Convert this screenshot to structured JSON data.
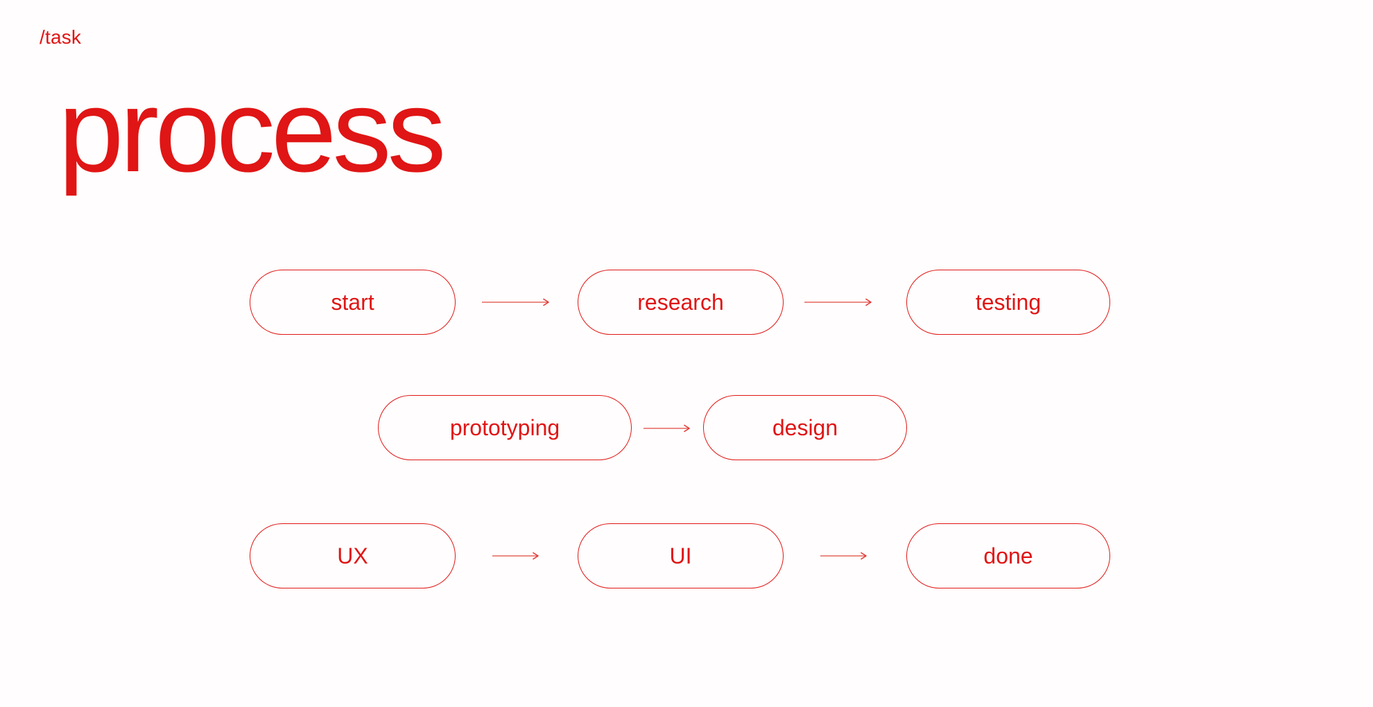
{
  "page": {
    "breadcrumb": "/task",
    "title": "process"
  },
  "colors": {
    "accent_red": "#e01515",
    "arrow_shaft": "#ec8b86",
    "background": "#fffdfd"
  },
  "icons": {
    "connector": "arrow-right-icon"
  },
  "flow": {
    "rows": [
      {
        "nodes": [
          {
            "label": "start"
          },
          {
            "label": "research"
          },
          {
            "label": "testing"
          }
        ]
      },
      {
        "nodes": [
          {
            "label": "prototyping"
          },
          {
            "label": "design"
          }
        ]
      },
      {
        "nodes": [
          {
            "label": "UX"
          },
          {
            "label": "UI"
          },
          {
            "label": "done"
          }
        ]
      }
    ]
  }
}
